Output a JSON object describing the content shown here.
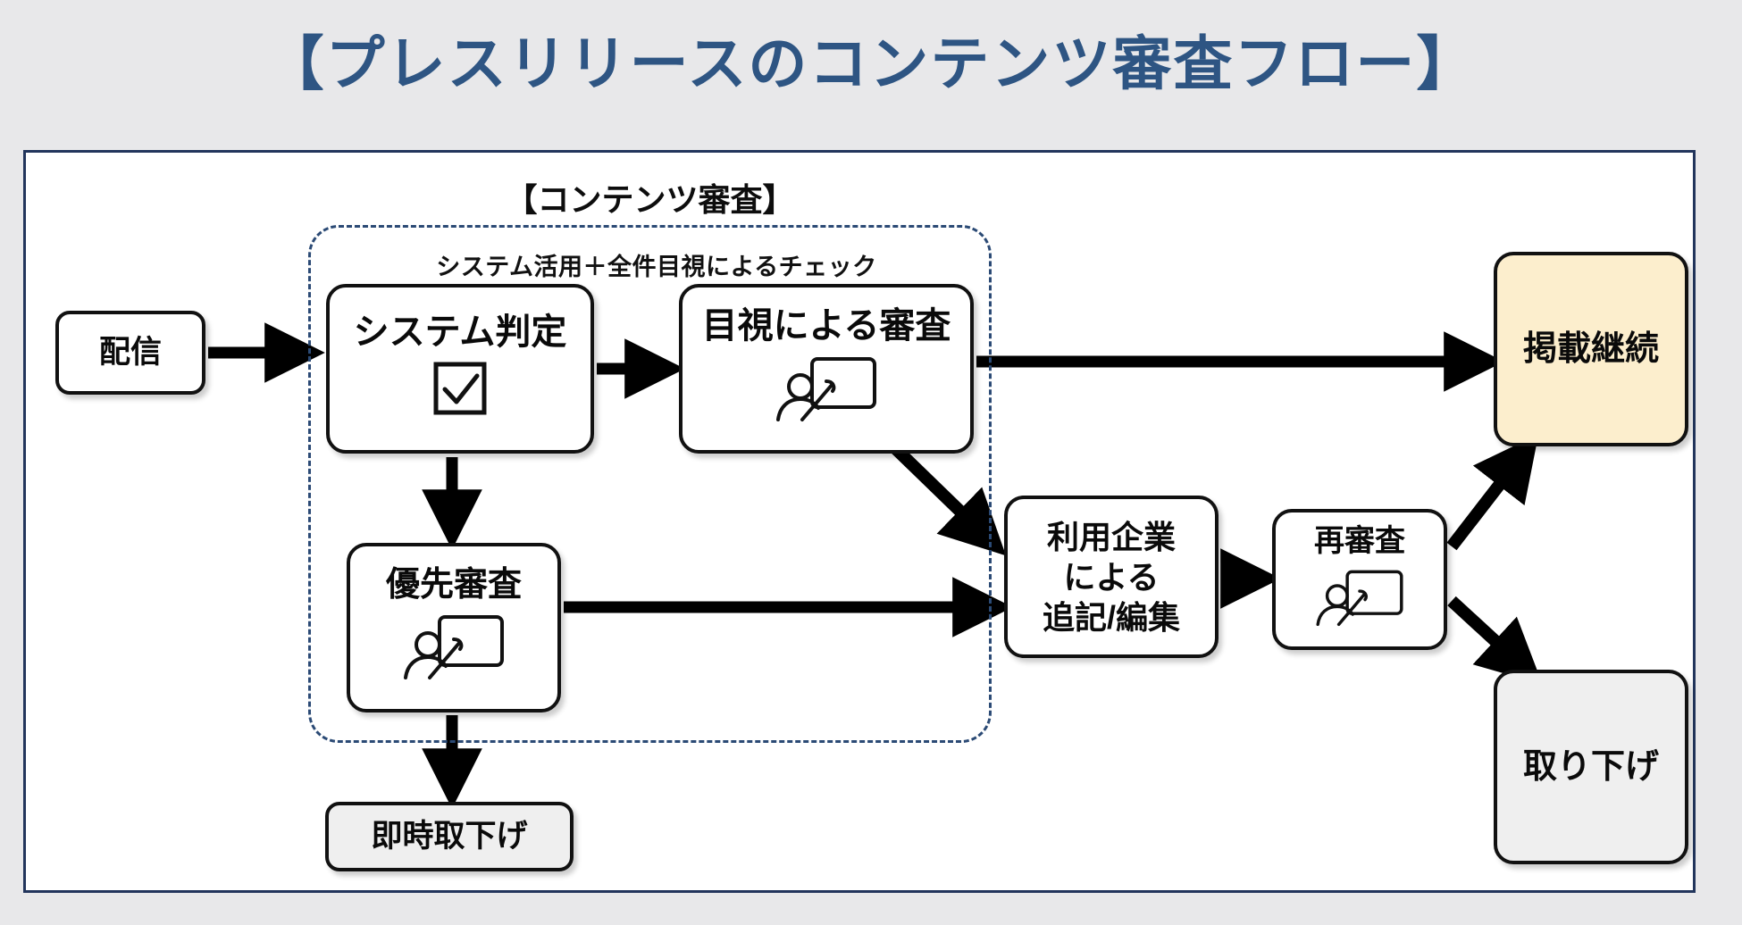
{
  "title": "【プレスリリースのコンテンツ審査フロー】",
  "colors": {
    "page_background": "#e8e8ea",
    "title_text": "#2e5583",
    "panel_border": "#22355c",
    "dashed_group_border": "#2b4a75",
    "node_border": "#111111",
    "arrow": "#000000",
    "continue_node_fill": "#fceecd",
    "takedown_node_fill": "#efefef"
  },
  "group": {
    "label": "【コンテンツ審査】",
    "subtitle": "システム活用＋全件目視によるチェック"
  },
  "nodes": {
    "haishin": {
      "label": "配信",
      "icon": "none"
    },
    "system": {
      "label": "システム判定",
      "icon": "checkbox-check-icon"
    },
    "mokushi": {
      "label": "目視による審査",
      "icon": "person-at-screen-icon"
    },
    "yusen": {
      "label": "優先審査",
      "icon": "person-at-screen-icon"
    },
    "sokuji": {
      "label": "即時取下げ",
      "icon": "none"
    },
    "riyou": {
      "label": "利用企業\nによる\n追記/編集",
      "icon": "none"
    },
    "saishinsa": {
      "label": "再審査",
      "icon": "person-at-screen-icon"
    },
    "keisai": {
      "label": "掲載継続",
      "icon": "none"
    },
    "torisage": {
      "label": "取り下げ",
      "icon": "none"
    }
  },
  "edges": [
    {
      "from": "haishin",
      "to": "system",
      "style": "straight-right"
    },
    {
      "from": "system",
      "to": "mokushi",
      "style": "straight-right"
    },
    {
      "from": "system",
      "to": "yusen",
      "style": "straight-down"
    },
    {
      "from": "mokushi",
      "to": "keisai",
      "style": "straight-right-long"
    },
    {
      "from": "mokushi",
      "to": "riyou",
      "style": "diagonal-down-right"
    },
    {
      "from": "yusen",
      "to": "riyou",
      "style": "straight-right"
    },
    {
      "from": "yusen",
      "to": "sokuji",
      "style": "straight-down"
    },
    {
      "from": "riyou",
      "to": "saishinsa",
      "style": "straight-right"
    },
    {
      "from": "saishinsa",
      "to": "keisai",
      "style": "diagonal-up-right"
    },
    {
      "from": "saishinsa",
      "to": "torisage",
      "style": "diagonal-down-right"
    }
  ]
}
